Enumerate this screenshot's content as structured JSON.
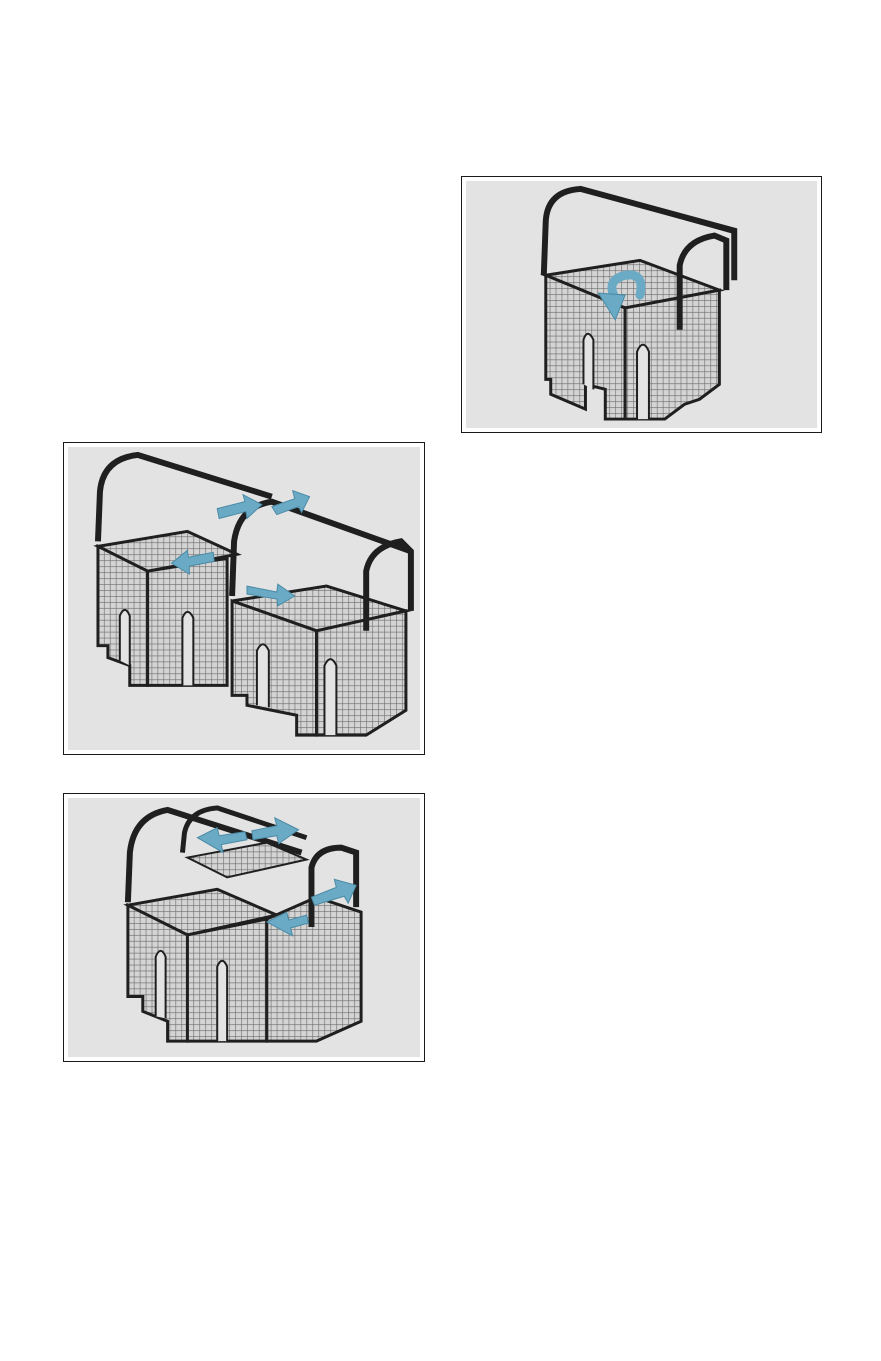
{
  "page": {
    "background": "#ffffff"
  },
  "figures": [
    {
      "id": "basket-flap-fold",
      "icon": "cutlery-basket-fold-arrow-icon",
      "arrow_count": 1
    },
    {
      "id": "two-baskets-separate",
      "icon": "cutlery-basket-split-arrows-icon",
      "arrow_count": 4
    },
    {
      "id": "basket-halves-slide",
      "icon": "cutlery-basket-slide-arrows-icon",
      "arrow_count": 4
    }
  ],
  "colors": {
    "panel_background": "#e3e3e3",
    "frame_border": "#1a1a1a",
    "basket_outline": "#1f1f1f",
    "basket_grid": "#6a6a6a",
    "basket_fill": "#d4d4d4",
    "arrow": "#6aaac4",
    "arrow_edge": "#4b8aa6"
  }
}
